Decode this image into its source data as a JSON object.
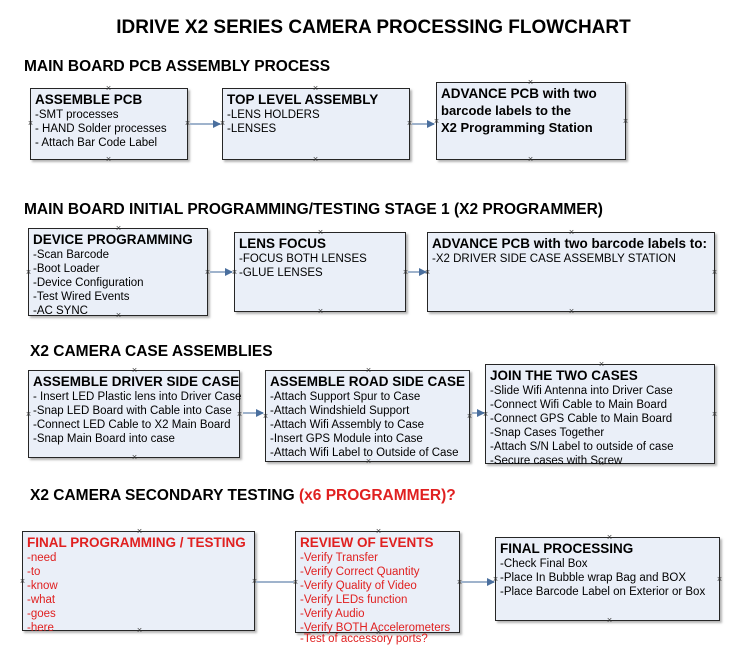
{
  "title": "IDRIVE X2  SERIES CAMERA PROCESSING FLOWCHART",
  "colors": {
    "node_fill": "#eaeff8",
    "node_border": "#262626",
    "accent_red": "#e02020",
    "connector": "#9fb3cc",
    "arrowhead": "#4a6f9e",
    "text": "#000000"
  },
  "sections": [
    {
      "id": "main-board-pcb-assembly-process",
      "heading": "MAIN BOARD PCB ASSEMBLY PROCESS",
      "heading_accent": "",
      "nodes": [
        {
          "id": "assemble-pcb",
          "header": "ASSEMBLE PCB",
          "lines": [
            "-SMT processes",
            "- HAND Solder processes",
            "- Attach Bar Code Label"
          ]
        },
        {
          "id": "top-level-assembly",
          "header": "TOP LEVEL ASSEMBLY",
          "lines": [
            "-LENS HOLDERS",
            "-LENSES"
          ]
        },
        {
          "id": "advance-pcb-to-x2-programming-station",
          "header": "ADVANCE PCB with two",
          "lines": [
            "barcode labels to the",
            " X2 Programming Station"
          ]
        }
      ]
    },
    {
      "id": "main-board-initial-programming-testing-stage-1",
      "heading": "MAIN BOARD INITIAL PROGRAMMING/TESTING STAGE 1 (X2 PROGRAMMER)",
      "heading_accent": "",
      "nodes": [
        {
          "id": "device-programming",
          "header": "DEVICE PROGRAMMING",
          "lines": [
            "-Scan Barcode",
            "-Boot Loader",
            "-Device Configuration",
            "-Test Wired Events",
            "-AC SYNC"
          ]
        },
        {
          "id": "lens-focus",
          "header": "LENS FOCUS",
          "lines": [
            "-FOCUS BOTH LENSES",
            "-GLUE LENSES"
          ]
        },
        {
          "id": "advance-pcb-to-driver-side-case-assembly",
          "header": "ADVANCE PCB with two barcode labels to:",
          "lines": [
            "-X2 DRIVER  SIDE  CASE  ASSEMBLY STATION"
          ]
        }
      ]
    },
    {
      "id": "x2-camera-case-assemblies",
      "heading": "X2 CAMERA CASE ASSEMBLIES",
      "heading_accent": "",
      "nodes": [
        {
          "id": "assemble-driver-side-case",
          "header": "ASSEMBLE DRIVER SIDE CASE",
          "lines": [
            "- Insert LED Plastic lens into Driver Case",
            "-Snap LED Board with Cable into Case",
            "-Connect LED Cable to X2 Main Board",
            "-Snap Main Board into case"
          ]
        },
        {
          "id": "assemble-road-side-case",
          "header": "ASSEMBLE ROAD SIDE CASE",
          "lines": [
            "-Attach Support Spur to Case",
            "-Attach Windshield Support",
            "-Attach Wifi Assembly to Case",
            "-Insert GPS Module into Case",
            "-Attach Wifi Label to Outside of Case"
          ]
        },
        {
          "id": "join-the-two-cases",
          "header": "JOIN THE TWO CASES",
          "lines": [
            "-Slide Wifi Antenna into Driver Case",
            "-Connect Wifi Cable to Main Board",
            "-Connect GPS Cable to Main Board",
            "-Snap Cases Together",
            "-Attach S/N Label to outside of case",
            "-Secure cases with Screw"
          ]
        }
      ]
    },
    {
      "id": "x2-camera-secondary-testing",
      "heading": "X2 CAMERA SECONDARY TESTING ",
      "heading_accent": "(x6 PROGRAMMER)?",
      "nodes": [
        {
          "id": "final-programming-testing",
          "header": "FINAL PROGRAMMING / TESTING",
          "lines": [
            "-need",
            "-to",
            "-know",
            "-what",
            "-goes",
            "-here"
          ]
        },
        {
          "id": "review-of-events",
          "header": "REVIEW OF EVENTS",
          "lines": [
            "-Verify Transfer",
            "-Verify Correct Quantity",
            "-Verify Quality of Video",
            "-Verify LEDs function",
            "-Verify Audio",
            "-Verify BOTH Accelerometers"
          ],
          "overflow_line": "-Test of accessory ports?"
        },
        {
          "id": "final-processing",
          "header": "FINAL PROCESSING",
          "lines": [
            " -Check Final Box",
            "-Place In Bubble wrap Bag and BOX",
            "-Place Barcode Label on Exterior or Box"
          ]
        }
      ]
    }
  ]
}
